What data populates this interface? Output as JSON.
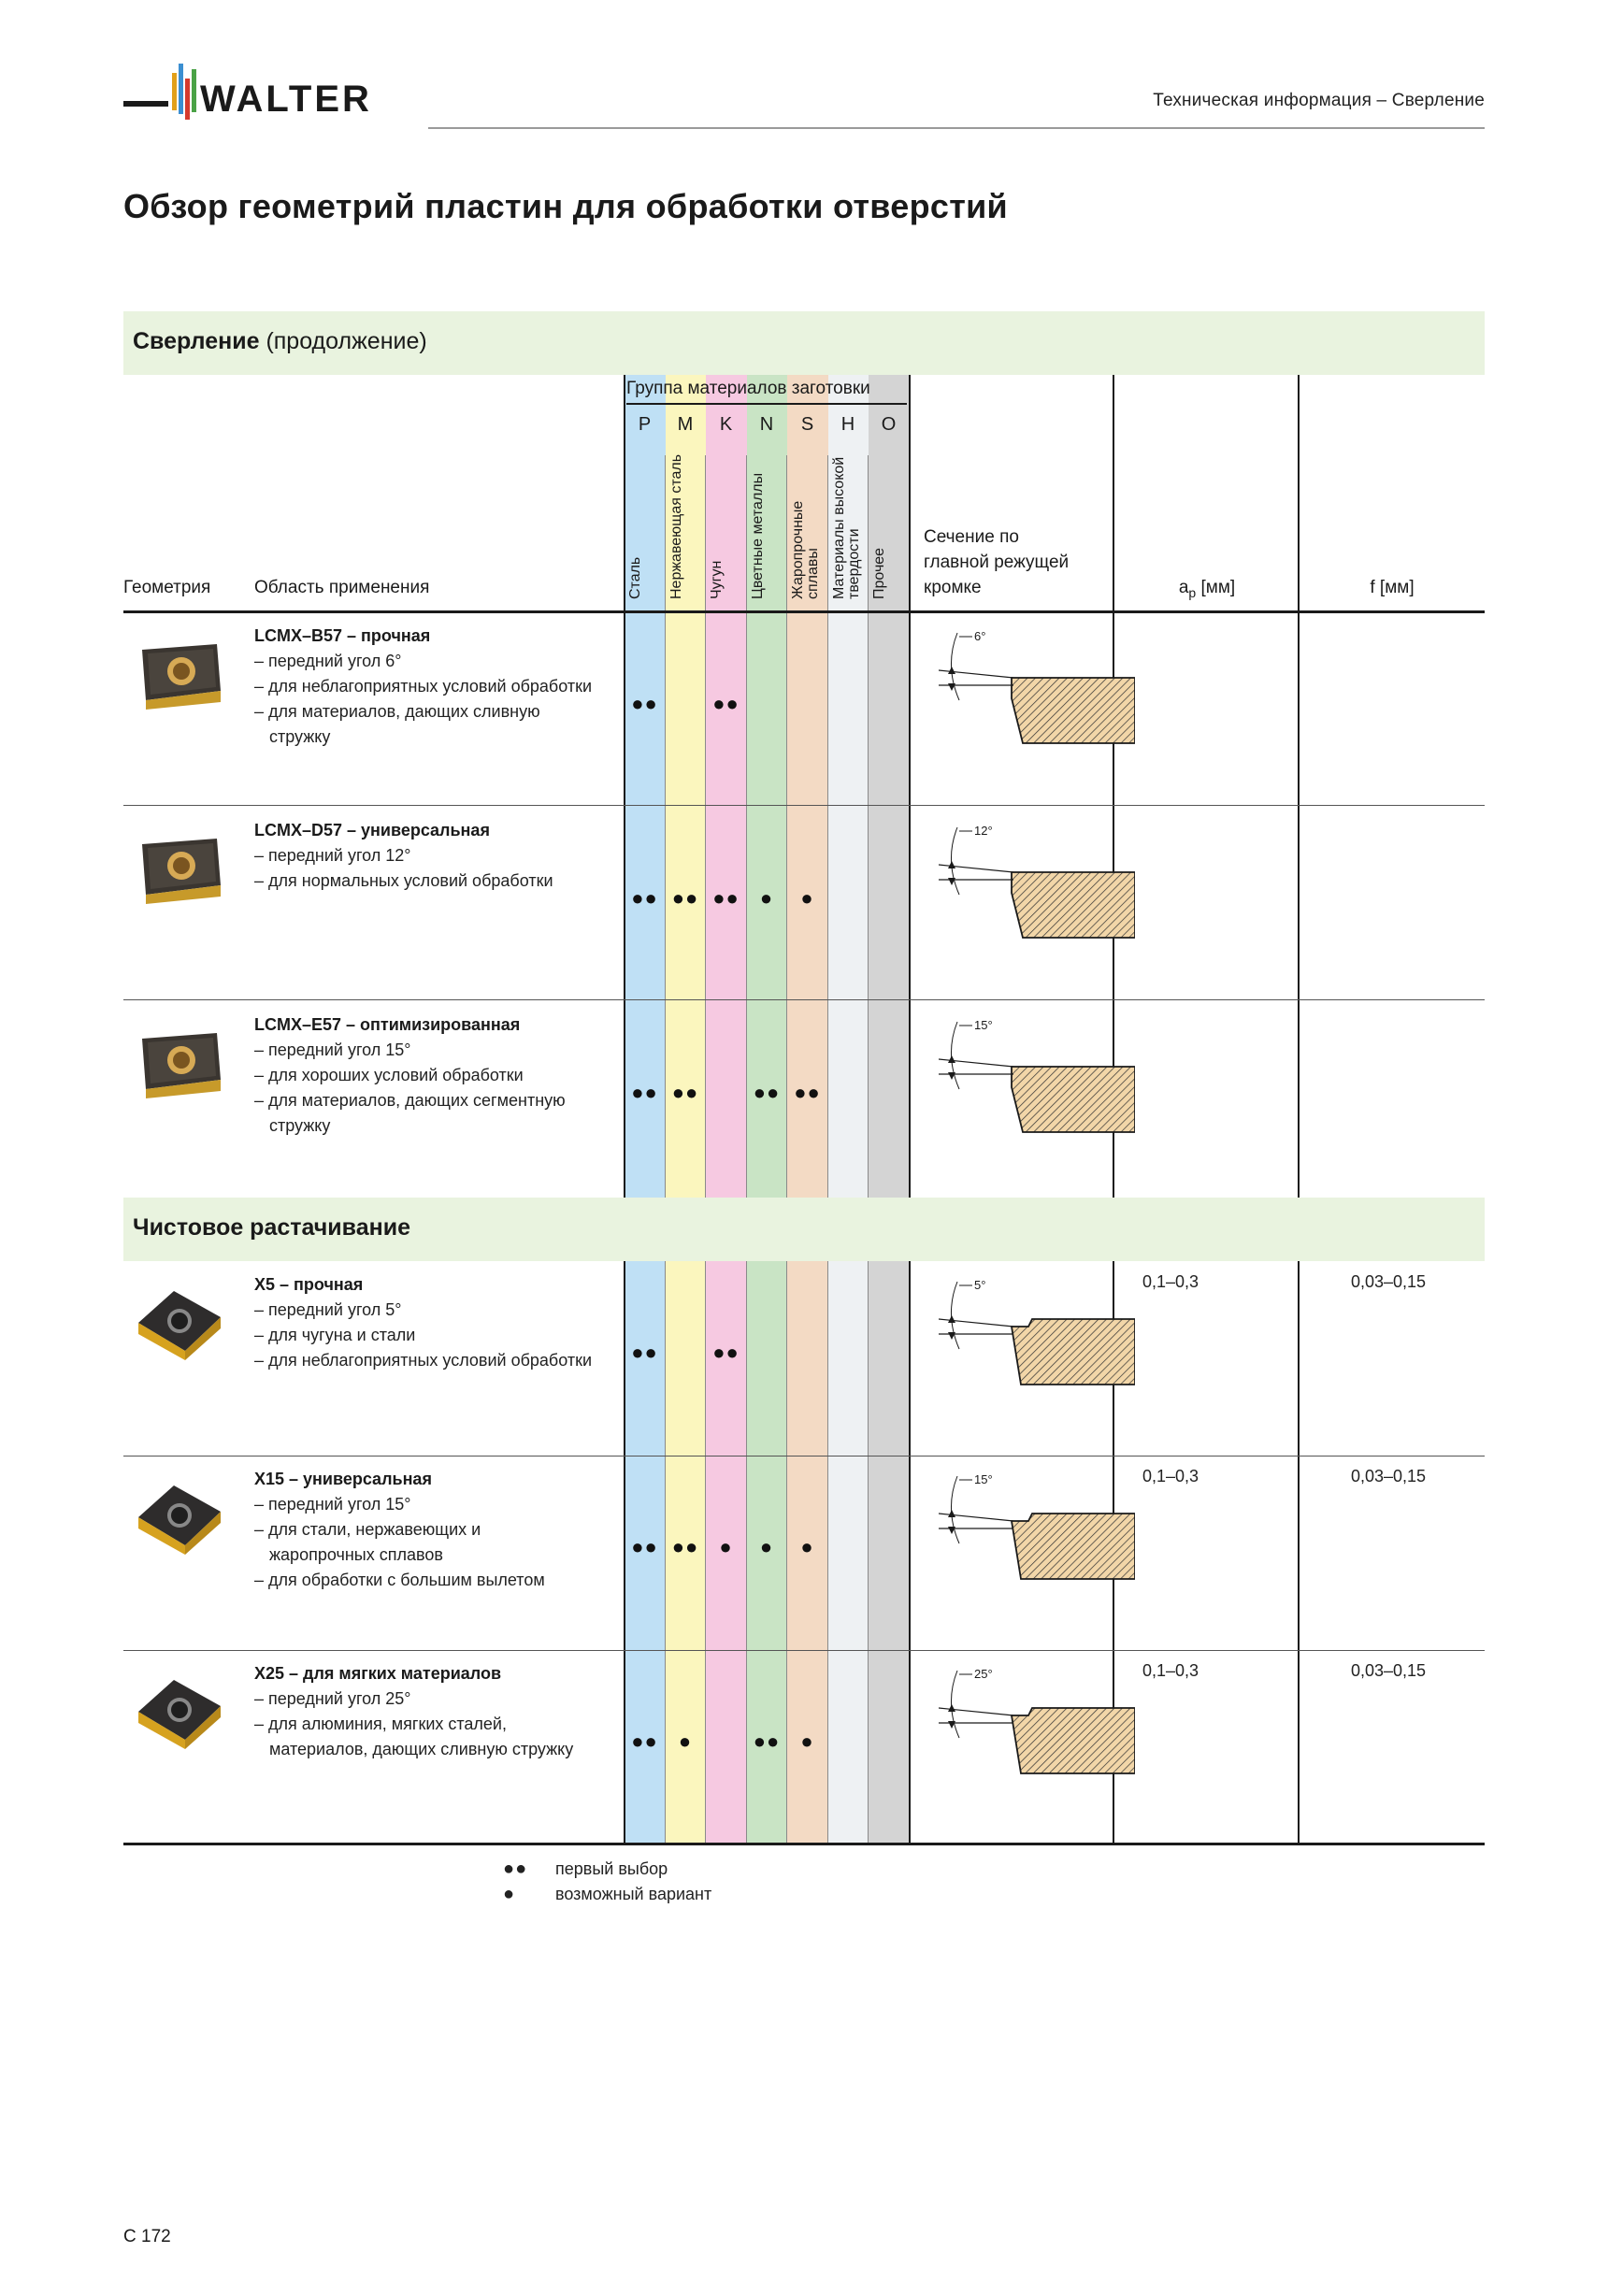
{
  "header": {
    "brand": "WALTER",
    "section_title": "Техническая информация – Сверление"
  },
  "page_title": "Обзор геометрий пластин для обработки отверстий",
  "sections": {
    "drilling": {
      "title": "Сверление",
      "subtitle": "(продолжение)"
    },
    "finishing": {
      "title": "Чистовое растачивание"
    }
  },
  "table_header": {
    "material_group_title": "Группа материалов заготовки",
    "geometry": "Геометрия",
    "application": "Область применения",
    "cross_section": [
      "Сечение по",
      "главной режущей",
      "кромке"
    ],
    "ap": "a",
    "ap_sub": "p",
    "ap_unit": " [мм]",
    "f": "f [мм]"
  },
  "material_groups": [
    {
      "letter": "P",
      "label": "Сталь",
      "color": "#bfe0f5"
    },
    {
      "letter": "M",
      "label": "Нержавеющая сталь",
      "color": "#fbf6be"
    },
    {
      "letter": "K",
      "label": "Чугун",
      "color": "#f6c9e1"
    },
    {
      "letter": "N",
      "label": "Цветные металлы",
      "color": "#c9e4c5"
    },
    {
      "letter": "S",
      "label": "Жаропрочные сплавы",
      "color": "#f3dac4"
    },
    {
      "letter": "H",
      "label": "Материалы высокой твердости",
      "color": "#eef1f3"
    },
    {
      "letter": "O",
      "label": "Прочее",
      "color": "#d4d4d4"
    }
  ],
  "rows": [
    {
      "name": "LCMX–B57 – прочная",
      "lines": [
        "– передний угол 6°",
        "– для неблагоприятных условий обработки",
        "– для материалов, дающих сливную",
        "стружку"
      ],
      "indent": [
        false,
        false,
        false,
        true
      ],
      "dots": [
        "●●",
        "",
        "●●",
        "",
        "",
        "",
        ""
      ],
      "angle": "6°",
      "ap": "",
      "f": ""
    },
    {
      "name": "LCMX–D57 – универсальная",
      "lines": [
        "– передний угол 12°",
        "– для нормальных условий обработки"
      ],
      "indent": [
        false,
        false
      ],
      "dots": [
        "●●",
        "●●",
        "●●",
        "●",
        "●",
        "",
        ""
      ],
      "angle": "12°",
      "ap": "",
      "f": ""
    },
    {
      "name": "LCMX–E57 – оптимизированная",
      "lines": [
        "– передний угол 15°",
        "– для хороших условий обработки",
        "– для материалов, дающих сегментную",
        "стружку"
      ],
      "indent": [
        false,
        false,
        false,
        true
      ],
      "dots": [
        "●●",
        "●●",
        "",
        "●●",
        "●●",
        "",
        ""
      ],
      "angle": "15°",
      "ap": "",
      "f": ""
    },
    {
      "name": "X5 – прочная",
      "lines": [
        "– передний угол 5°",
        "– для чугуна и стали",
        "– для неблагоприятных условий обработки"
      ],
      "indent": [
        false,
        false,
        false
      ],
      "dots": [
        "●●",
        "",
        "●●",
        "",
        "",
        "",
        ""
      ],
      "angle": "5°",
      "ap": "0,1–0,3",
      "f": "0,03–0,15"
    },
    {
      "name": "X15 – универсальная",
      "lines": [
        "– передний угол 15°",
        "– для стали, нержавеющих и",
        "жаропрочных сплавов",
        "– для обработки с большим вылетом"
      ],
      "indent": [
        false,
        false,
        true,
        false
      ],
      "dots": [
        "●●",
        "●●",
        "●",
        "●",
        "●",
        "",
        ""
      ],
      "angle": "15°",
      "ap": "0,1–0,3",
      "f": "0,03–0,15"
    },
    {
      "name": "X25 – для мягких материалов",
      "lines": [
        "– передний угол 25°",
        "– для алюминия, мягких сталей,",
        "материалов, дающих сливную стружку"
      ],
      "indent": [
        false,
        false,
        true
      ],
      "dots": [
        "●●",
        "●",
        "",
        "●●",
        "●",
        "",
        ""
      ],
      "angle": "25°",
      "ap": "0,1–0,3",
      "f": "0,03–0,15"
    }
  ],
  "legend": {
    "first_choice_symbol": "●●",
    "first_choice": "первый выбор",
    "possible_symbol": "●",
    "possible": "возможный вариант"
  },
  "page_number": "C 172"
}
